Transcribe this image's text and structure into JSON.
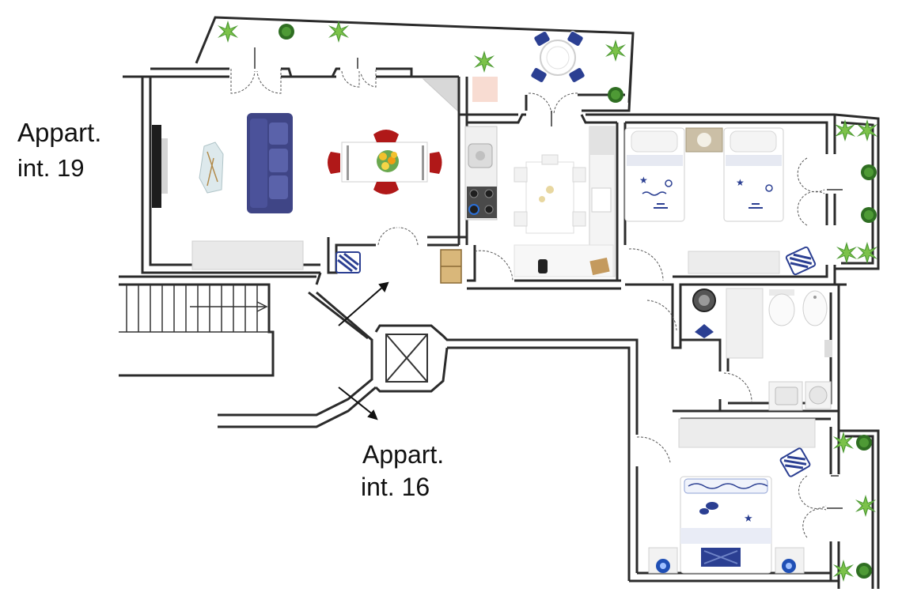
{
  "labels": {
    "appart_19_line1": "Appart.",
    "appart_19_line2": "int. 19",
    "appart_16_line1": "Appart.",
    "appart_16_line2": "int. 16"
  },
  "colors": {
    "wall": "#2b2b2b",
    "sofa": "#3f4586",
    "chair_red": "#b01818",
    "bed_blue": "#2b3f92",
    "plant_green": "#3d8a2a",
    "terrace_tile": "#f8dcd2",
    "counter": "#eeeeee"
  },
  "rooms": [
    "living-room",
    "kitchen",
    "bedroom-twin",
    "bathroom",
    "bedroom-double",
    "stairwell",
    "elevator",
    "corridor",
    "terrace",
    "balcony-east",
    "balcony-southeast"
  ]
}
